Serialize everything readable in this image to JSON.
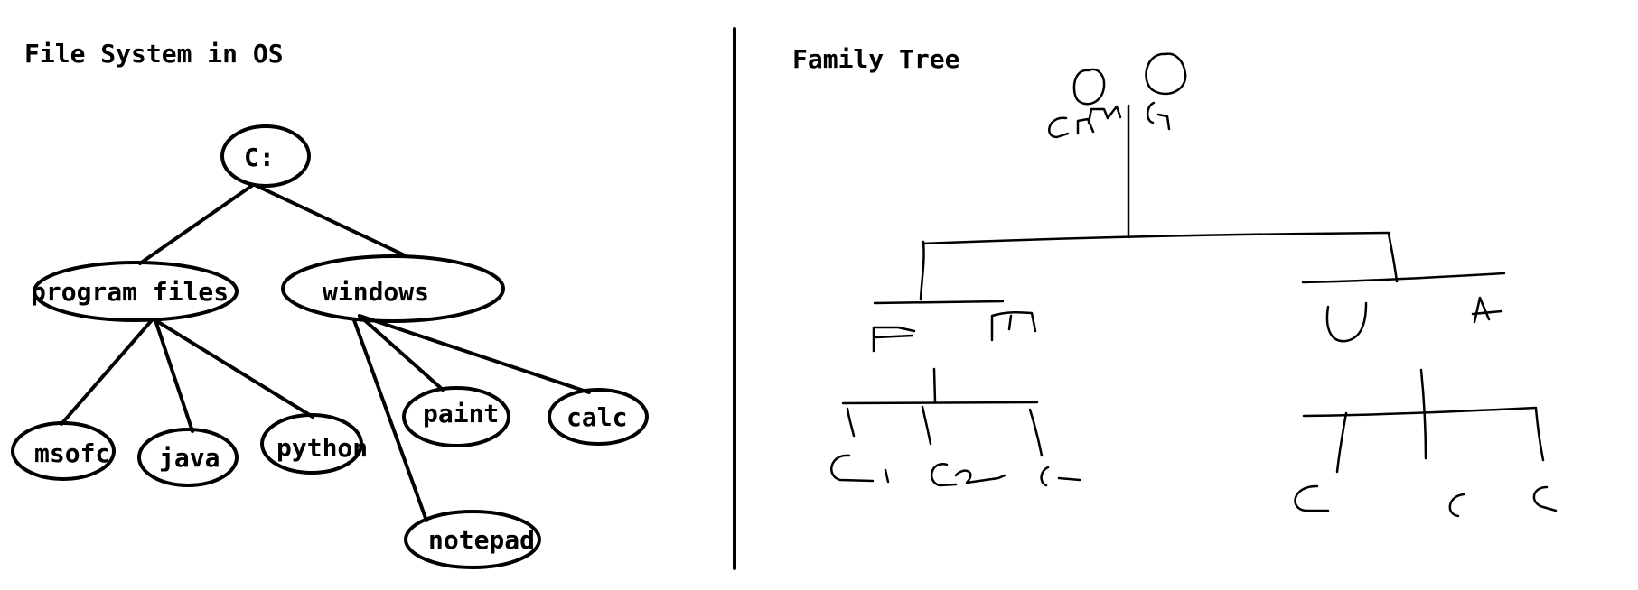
{
  "left_panel": {
    "title": "File System in OS",
    "nodes": {
      "root": "C:",
      "program_files": "program files",
      "windows": "windows",
      "msoffice": "msofc",
      "java": "java",
      "python": "python",
      "paint": "paint",
      "calc": "calc",
      "notepad": "notepad"
    }
  },
  "right_panel": {
    "title": "Family Tree"
  }
}
